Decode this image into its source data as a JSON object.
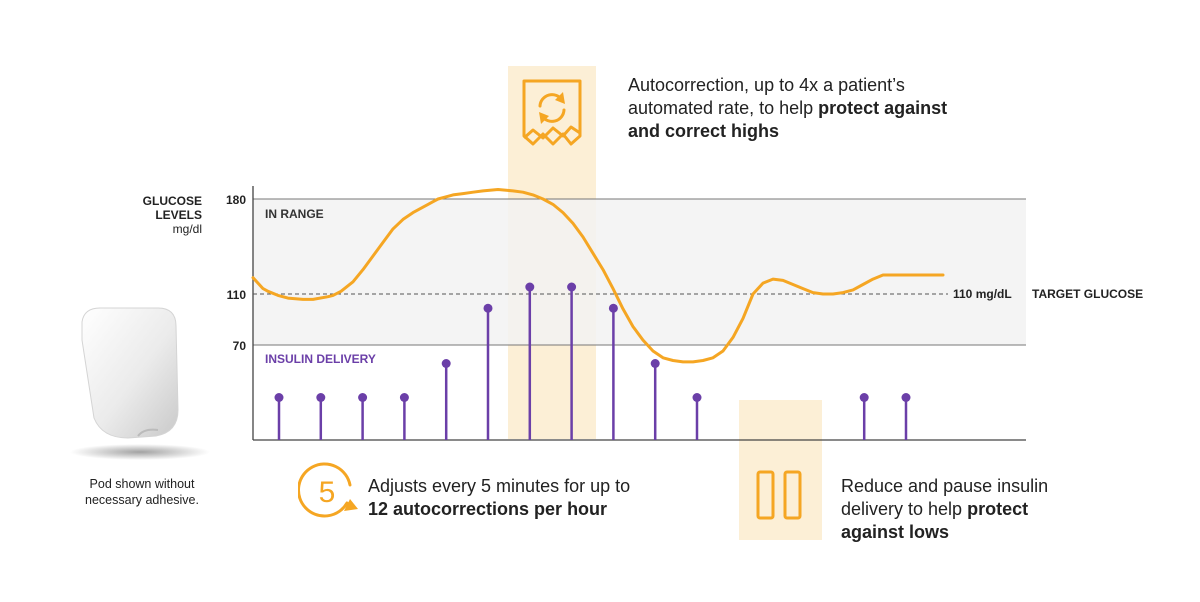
{
  "chart_data": {
    "type": "line",
    "y_axis": {
      "label_lines": [
        "GLUCOSE",
        "LEVELS"
      ],
      "unit": "mg/dl",
      "ticks": [
        180,
        110,
        70
      ]
    },
    "bands": [
      {
        "label": "IN RANGE",
        "from": 70,
        "to": 180
      },
      {
        "label": "INSULIN DELIVERY"
      }
    ],
    "target_line": {
      "value": 110,
      "value_label": "110 mg/dL",
      "label": "TARGET GLUCOSE"
    },
    "glucose_series": {
      "x": [
        0,
        10,
        15,
        25,
        35,
        50,
        60,
        75,
        80,
        88,
        100,
        110,
        120,
        130,
        140,
        150,
        160,
        175,
        180,
        185,
        195,
        200,
        210,
        220,
        230,
        245,
        260,
        270,
        280,
        290,
        300,
        310,
        320,
        330
      ],
      "y": [
        122,
        114,
        112,
        109,
        107,
        106,
        106,
        108,
        109,
        112,
        119,
        128,
        138,
        148,
        158,
        165,
        170,
        176,
        178,
        180,
        182,
        183,
        184,
        185,
        186,
        187,
        186,
        185,
        183,
        180,
        176,
        170,
        162,
        152
      ]
    },
    "glucose_series_tail": {
      "x": [
        340,
        350,
        360,
        370,
        380,
        390,
        400,
        410,
        420,
        430,
        440,
        450,
        460,
        470,
        480,
        490,
        500,
        510,
        520,
        530,
        540,
        550,
        560,
        570,
        580,
        590,
        600,
        610,
        620,
        630,
        640,
        650,
        660,
        670,
        680,
        690
      ],
      "y": [
        140,
        128,
        114,
        99,
        86,
        76,
        68,
        63,
        61,
        60,
        60,
        61,
        63,
        68,
        78,
        92,
        110,
        118,
        121,
        120,
        117,
        114,
        111,
        110,
        110,
        111,
        113,
        117,
        121,
        124,
        124,
        124,
        124,
        124,
        124,
        124
      ]
    },
    "insulin_levels": [
      0.5,
      0.5,
      0.5,
      0.5,
      0.9,
      1.55,
      1.8,
      1.8,
      1.55,
      0.9,
      0.5,
      0,
      0,
      0,
      0.5,
      0.5
    ],
    "insulin_positions": [
      1,
      2,
      3,
      4,
      5,
      6,
      7,
      8,
      9,
      10,
      11,
      12,
      13,
      14,
      15,
      16
    ],
    "notes": "insulin_levels are relative stem heights (0 = no dose shown) at 5-minute steps"
  },
  "callouts": {
    "autocorrection": {
      "text_plain": "Autocorrection, up to 4x a patient’s automated rate, to help ",
      "text_bold": "protect against and correct highs",
      "icon": "refresh-receipt-icon"
    },
    "adjusts": {
      "icon_number": "5",
      "text_plain": "Adjusts every 5 minutes for up to",
      "text_bold": "12 autocorrections per hour",
      "icon": "cycle-five-icon"
    },
    "reduce": {
      "text_plain": "Reduce and pause insulin delivery to help ",
      "text_bold": "protect against lows",
      "icon": "pause-icon"
    }
  },
  "pod": {
    "caption_line1": "Pod shown without",
    "caption_line2": "necessary adhesive."
  },
  "colors": {
    "glucose": "#F5A623",
    "insulin": "#6B3FA8",
    "band": "#F2F2F2",
    "highlight": "#FCEFD6",
    "axis": "#444444"
  }
}
